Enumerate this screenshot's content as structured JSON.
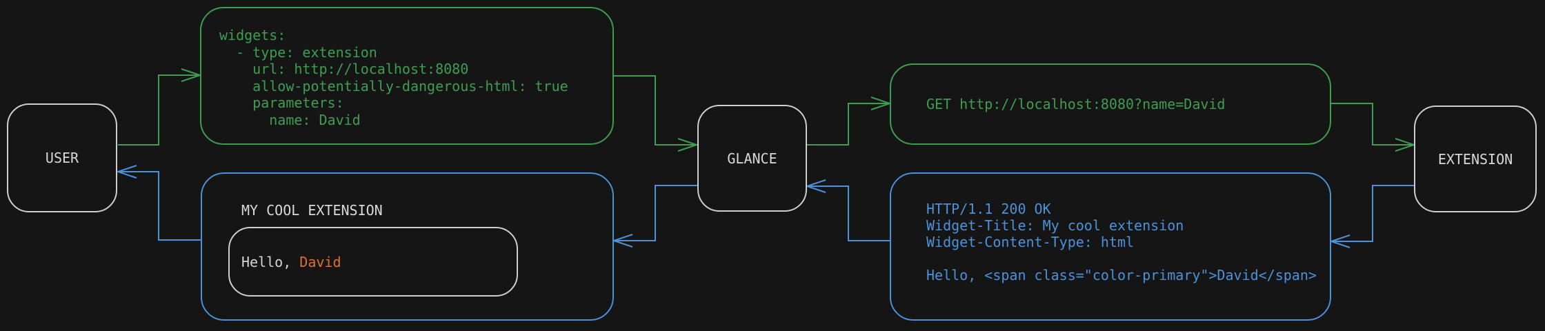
{
  "canvas": {
    "bg": "#151515"
  },
  "colors": {
    "green": "#3e9e50",
    "blue": "#4b92da",
    "gray": "#d9d9d9",
    "orange": "#e0702f"
  },
  "nodes": {
    "user": "USER",
    "glance": "GLANCE",
    "extension": "EXTENSION"
  },
  "config_box": {
    "lines": [
      "widgets:",
      "  - type: extension",
      "    url: http://localhost:8080",
      "    allow-potentially-dangerous-html: true",
      "    parameters:",
      "      name: David"
    ]
  },
  "request_box": {
    "text": "GET http://localhost:8080?name=David"
  },
  "response_box": {
    "lines": [
      "HTTP/1.1 200 OK",
      "Widget-Title: My cool extension",
      "Widget-Content-Type: html",
      "",
      "Hello, <span class=\"color-primary\">David</span>"
    ]
  },
  "widget_box": {
    "title": "MY COOL EXTENSION",
    "greeting_prefix": "Hello, ",
    "greeting_name": "David"
  }
}
